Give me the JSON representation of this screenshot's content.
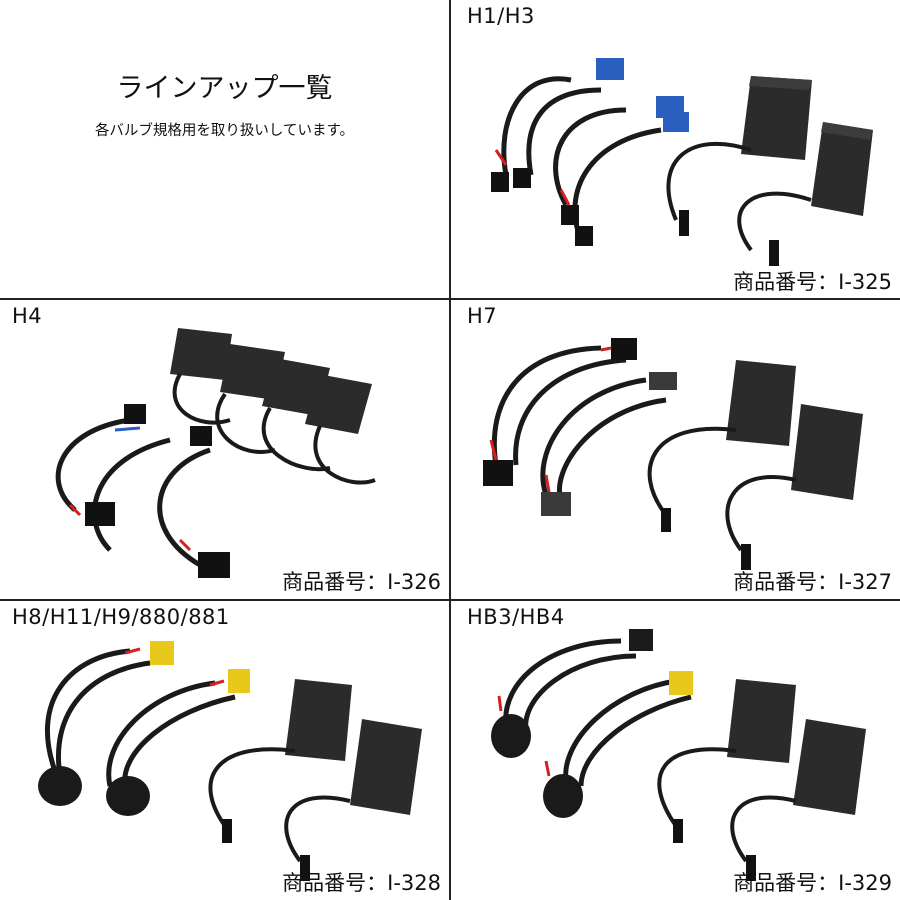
{
  "intro": {
    "title": "ラインアップ一覧",
    "subtitle": "各バルブ規格用を取り扱いしています。"
  },
  "products": [
    {
      "label": "H1/H3",
      "code": "商品番号：I-325"
    },
    {
      "label": "H4",
      "code": "商品番号：I-326"
    },
    {
      "label": "H7",
      "code": "商品番号：I-327"
    },
    {
      "label": "H8/H11/H9/880/881",
      "code": "商品番号：I-328"
    },
    {
      "label": "HB3/HB4",
      "code": "商品番号：I-329"
    }
  ],
  "colors": {
    "background": "#ffffff",
    "grid_line": "#222222",
    "module_body": "#2b2b2b",
    "cable": "#1a1a1a",
    "connector_blue": "#2a5fc0",
    "connector_yellow": "#e8c81a",
    "wire_red": "#d42020"
  }
}
